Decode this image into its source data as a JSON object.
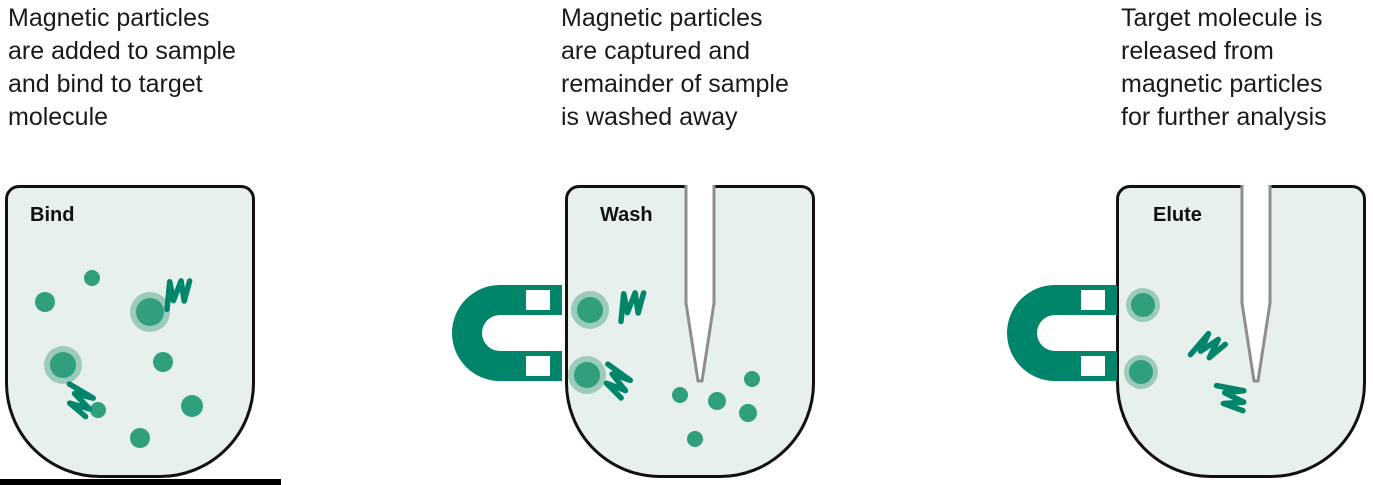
{
  "diagram": {
    "panels": [
      {
        "step": "Bind",
        "caption": "Magnetic particles\nare added to sample\nand bind to target\nmolecule",
        "elements": {
          "magnet": false,
          "pipette": false,
          "particles": 8,
          "dna_strands": 2
        }
      },
      {
        "step": "Wash",
        "caption": "Magnetic particles\nare captured and\nremainder of sample\nis washed away",
        "elements": {
          "magnet": true,
          "pipette": true,
          "particles": 7,
          "dna_strands": 2
        }
      },
      {
        "step": "Elute",
        "caption": "Target molecule is\nreleased from\nmagnetic particles\nfor further analysis",
        "elements": {
          "magnet": true,
          "pipette": true,
          "particles": 2,
          "dna_strands": 2
        }
      }
    ],
    "colors": {
      "teal": "#00856b",
      "particle": "#2f9f7d",
      "particle_halo": "#9ccabb",
      "tube_fill": "#e7f0ec",
      "outline": "#111111",
      "pipette_gray": "#8e8e8e",
      "text": "#1a1a1a"
    }
  }
}
